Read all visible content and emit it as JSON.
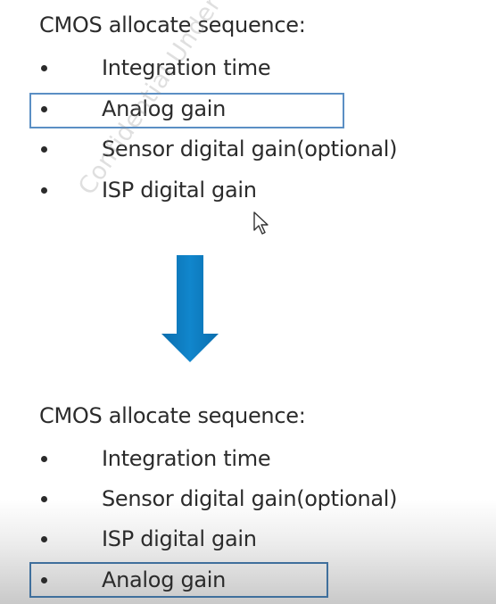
{
  "top_section": {
    "heading": "CMOS allocate sequence:",
    "items": [
      {
        "label": "Integration time"
      },
      {
        "label": "Analog gain"
      },
      {
        "label": "Sensor digital gain(optional)"
      },
      {
        "label": "ISP digital gain"
      }
    ]
  },
  "bottom_section": {
    "heading": "CMOS allocate sequence:",
    "items": [
      {
        "label": "Integration time"
      },
      {
        "label": "Sensor digital gain(optional)"
      },
      {
        "label": "ISP digital gain"
      },
      {
        "label": "Analog gain"
      }
    ]
  },
  "watermark": {
    "text": "Confidential Under NDA"
  },
  "colors": {
    "arrow": "#0d7cc1",
    "highlight_border": "#5b8fc4",
    "text": "#2b2b2b"
  },
  "icons": {
    "arrow": "down-arrow-icon",
    "cursor": "mouse-pointer-icon"
  }
}
